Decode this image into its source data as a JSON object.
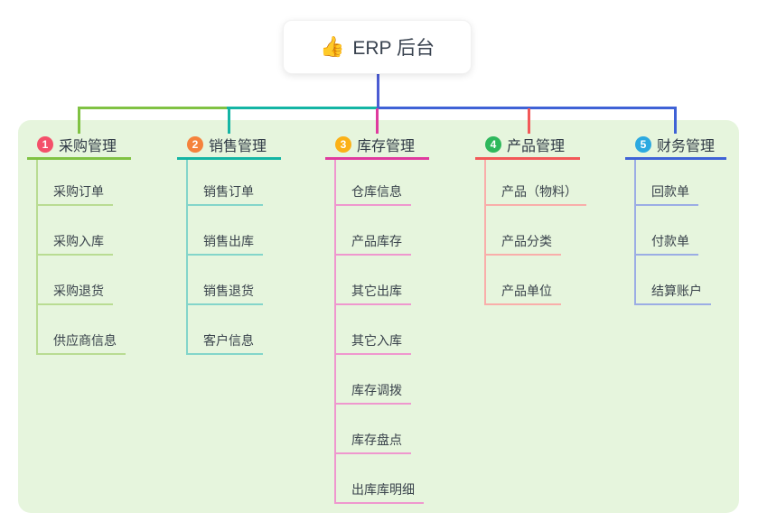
{
  "root": {
    "icon": "👍",
    "label": "ERP 后台"
  },
  "colors": {
    "panel_bg": "#e6f5dd",
    "root_connector": "#4b5cd3"
  },
  "branches": [
    {
      "badge": "1",
      "label": "采购管理",
      "badge_color": "#f4506a",
      "line_color": "#80c243",
      "child_line_color": "#b9dc92",
      "children": [
        "采购订单",
        "采购入库",
        "采购退货",
        "供应商信息"
      ]
    },
    {
      "badge": "2",
      "label": "销售管理",
      "badge_color": "#f5823c",
      "line_color": "#14b5a4",
      "child_line_color": "#83d5ca",
      "children": [
        "销售订单",
        "销售出库",
        "销售退货",
        "客户信息"
      ]
    },
    {
      "badge": "3",
      "label": "库存管理",
      "badge_color": "#fbb117",
      "line_color": "#df3a9e",
      "child_line_color": "#ef97ce",
      "children": [
        "仓库信息",
        "产品库存",
        "其它出库",
        "其它入库",
        "库存调拨",
        "库存盘点",
        "出库库明细"
      ]
    },
    {
      "badge": "4",
      "label": "产品管理",
      "badge_color": "#2eb85c",
      "line_color": "#f25858",
      "child_line_color": "#f9aeaa",
      "children": [
        "产品（物料）",
        "产品分类",
        "产品单位"
      ]
    },
    {
      "badge": "5",
      "label": "财务管理",
      "badge_color": "#2ba9e0",
      "line_color": "#3f62d6",
      "child_line_color": "#9bade4",
      "children": [
        "回款单",
        "付款单",
        "结算账户"
      ]
    }
  ]
}
